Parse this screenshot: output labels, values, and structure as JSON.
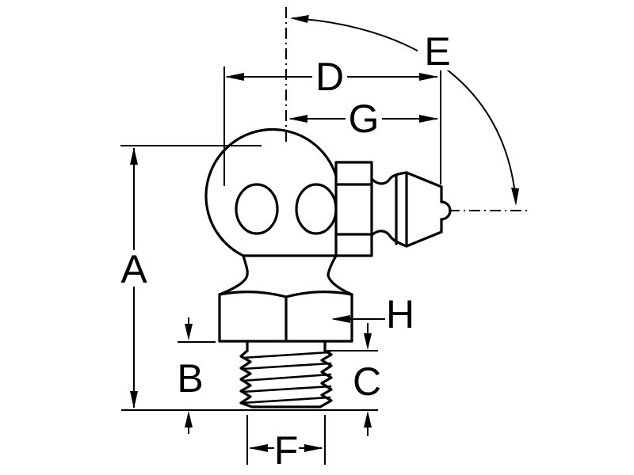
{
  "diagram": {
    "subject": "90-degree grease zerk fitting dimensioned line drawing",
    "background_color": "#ffffff",
    "line_color": "#000000",
    "dimension_labels": {
      "A": "A",
      "B": "B",
      "C": "C",
      "D": "D",
      "E": "E",
      "F": "F",
      "G": "G",
      "H": "H"
    }
  }
}
